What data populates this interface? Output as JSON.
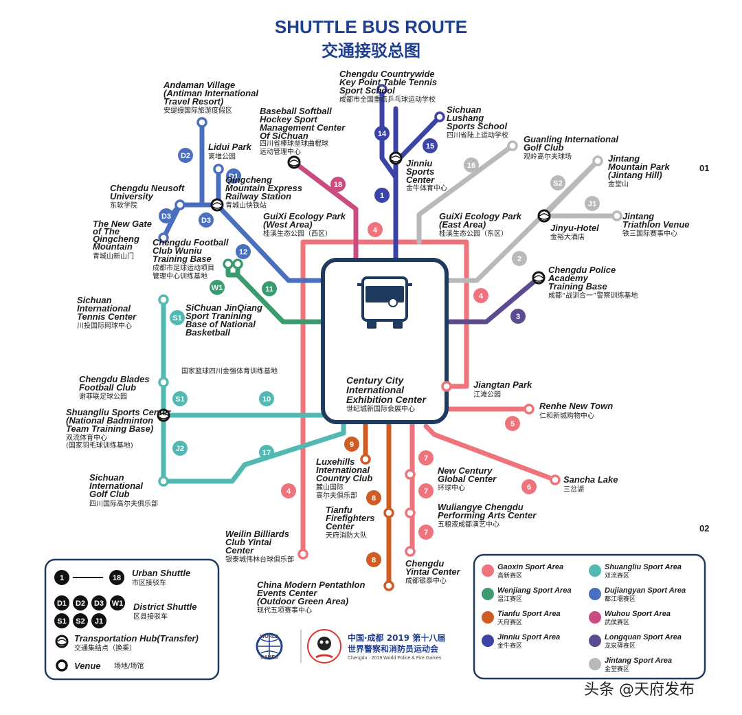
{
  "title": {
    "en": "SHUTTLE BUS ROUTE",
    "cn": "交通接驳总图"
  },
  "page_marks": {
    "p1": "01",
    "p2": "02"
  },
  "center": {
    "en1": "Century City",
    "en2": "International",
    "en3": "Exhibition Center",
    "cn": "世纪城新国际会展中心"
  },
  "colors": {
    "gaoxin": "#ef737a",
    "wenjiang": "#3c9a6f",
    "tianfu": "#cf5c25",
    "jinniu": "#3b43a6",
    "shuangliu": "#52b8b2",
    "dujiangyan": "#4b6fbf",
    "wuhou": "#c94b7f",
    "longquan": "#5c4b8f",
    "jintang": "#b9b9b9",
    "navy": "#1e3a5f"
  },
  "routes": [
    "1",
    "2",
    "3",
    "4",
    "5",
    "6",
    "7",
    "8",
    "9",
    "10",
    "11",
    "12",
    "14",
    "15",
    "16",
    "17",
    "18",
    "D1",
    "D2",
    "D3",
    "S1",
    "S2",
    "J1",
    "J2",
    "W1"
  ],
  "venues": {
    "andaman": {
      "en1": "Andaman Village",
      "en2": "(Antiman International",
      "en3": "Travel Resort)",
      "cn": "安缇缦国际旅游度假区"
    },
    "baseball": {
      "en1": "Baseball Softball",
      "en2": "Hockey Sport",
      "en3": "Management Center",
      "en4": "Of SiChuan",
      "cn1": "四川省棒球垒球曲棍球",
      "cn2": "运动管理中心"
    },
    "tabletennis": {
      "en1": "Chengdu Countrywide",
      "en2": "Key Point Table Tennis",
      "en3": "Sport School",
      "cn": "成都市全国重点乒乓球运动学校"
    },
    "lushang": {
      "en1": "Sichuan",
      "en2": "Lushang",
      "en3": "Sports School",
      "cn": "四川省陆上运动学校"
    },
    "guanling": {
      "en1": "Guanling International",
      "en2": "Golf Club",
      "cn": "观岭高尔夫球场"
    },
    "jintangmt": {
      "en1": "Jintang",
      "en2": "Mountain Park",
      "en3": "(Jintang Hill)",
      "cn": "金堂山"
    },
    "lidui": {
      "en": "Lidui Park",
      "cn": "离堆公园"
    },
    "qingcheng": {
      "en1": "Qingcheng",
      "en2": "Mountain Express",
      "en3": "Railway Station",
      "cn": "青城山快铁站"
    },
    "neusoft": {
      "en1": "Chengdu Neusoft",
      "en2": "University",
      "cn": "东软学院"
    },
    "newgate": {
      "en1": "The New Gate",
      "en2": "of The",
      "en3": "Qingcheng",
      "en4": "Mountain",
      "cn": "青城山新山门"
    },
    "guixiwest": {
      "en1": "GuiXi Ecology Park",
      "en2": "(West Area)",
      "cn": "桂溪生态公园（西区）"
    },
    "jinniu": {
      "en1": "Jinniu",
      "en2": "Sports",
      "en3": "Center",
      "cn": "金牛体育中心"
    },
    "guixieast": {
      "en1": "GuiXi Ecology Park",
      "en2": "(East Area)",
      "cn": "桂溪生态公园（东区）"
    },
    "jinyu": {
      "en": "Jinyu-Hotel",
      "cn": "金裕大酒店"
    },
    "triathlon": {
      "en1": "Jintang",
      "en2": "Triathlon Venue",
      "cn": "铁三国际赛事中心"
    },
    "football": {
      "en1": "Chengdu Football",
      "en2": "Club Wuniu",
      "en3": "Training Base",
      "cn1": "成都市足球运动项目",
      "cn2": "管理中心训练基地"
    },
    "police": {
      "en1": "Chengdu Police",
      "en2": "Academy",
      "en3": "Training Base",
      "cn": "成都“战训合一”警察训练基地"
    },
    "tennis": {
      "en1": "Sichuan",
      "en2": "International",
      "en3": "Tennis Center",
      "cn": "川投国际网球中心"
    },
    "basketball": {
      "en1": "SiChuan JinQiang",
      "en2": "Sport Tranining",
      "en3": "Base of National",
      "en4": "Basketball",
      "cn": "国家篮球四川金强体育训练基地"
    },
    "blades": {
      "en1": "Chengdu Blades",
      "en2": "Football Club",
      "cn": "谢菲联足球公园"
    },
    "shuangliu": {
      "en1": "Shuangliu Sports Center",
      "en2": "(National Badminton",
      "en3": "Team Training Base)",
      "cn1": "双流体育中心",
      "cn2": "(国家羽毛球训练基地)"
    },
    "sichuangolf": {
      "en1": "Sichuan",
      "en2": "International",
      "en3": "Golf Club",
      "cn": "四川国际高尔夫俱乐部"
    },
    "jiangtan": {
      "en": "Jiangtan Park",
      "cn": "江滩公园"
    },
    "renhe": {
      "en": "Renhe New Town",
      "cn": "仁和新城购物中心"
    },
    "sancha": {
      "en": "Sancha Lake",
      "cn": "三岔湖"
    },
    "luxehills": {
      "en1": "Luxehills",
      "en2": "International",
      "en3": "Country Club",
      "cn1": "麓山国际",
      "cn2": "高尔夫俱乐部"
    },
    "newcentury": {
      "en1": "New Century",
      "en2": "Global Center",
      "cn": "环球中心"
    },
    "tianfufire": {
      "en1": "Tianfu",
      "en2": "Firefighters",
      "en3": "Center",
      "cn": "天府消防大队"
    },
    "wuliangye": {
      "en1": "Wuliangye Chengdu",
      "en2": "Performing Arts Center",
      "cn": "五粮液成都演艺中心"
    },
    "weilin": {
      "en1": "Weilin Billiards",
      "en2": "Club Yintai",
      "en3": "Center",
      "cn": "银泰城伟林台球俱乐部"
    },
    "yintai": {
      "en1": "Chengdu",
      "en2": "Yintai Center",
      "cn": "成都银泰中心"
    },
    "pentathlon": {
      "en1": "China Modern Pentathlon",
      "en2": "Events Center",
      "en3": "(Outdoor Green Area)",
      "cn": "现代五项赛事中心"
    }
  },
  "legend": {
    "urban": {
      "from": "1",
      "to": "18",
      "en": "Urban Shuttle",
      "cn": "市区接驳车"
    },
    "district": {
      "badges": [
        "D1",
        "D2",
        "D3",
        "W1",
        "S1",
        "S2",
        "J1"
      ],
      "en": "District Shuttle",
      "cn": "区县接驳车"
    },
    "hub": {
      "en": "Transportation Hub(Transfer)",
      "cn": "交通集结点（换乘）"
    },
    "venue": {
      "en": "Venue",
      "cn": "场地/场馆"
    }
  },
  "areas": [
    {
      "en": "Gaoxin Sport Area",
      "cn": "高新赛区",
      "color": "#ef737a"
    },
    {
      "en": "Shuangliu Sport Area",
      "cn": "双流赛区",
      "color": "#52b8b2"
    },
    {
      "en": "Wenjiang Sport Area",
      "cn": "温江赛区",
      "color": "#3c9a6f"
    },
    {
      "en": "Dujiangyan Sport Area",
      "cn": "都江堰赛区",
      "color": "#4b6fbf"
    },
    {
      "en": "Tianfu Sport Area",
      "cn": "天府赛区",
      "color": "#cf5c25"
    },
    {
      "en": "Wuhou Sport Area",
      "cn": "武侯赛区",
      "color": "#c94b7f"
    },
    {
      "en": "Jinniu Sport Area",
      "cn": "金牛赛区",
      "color": "#3b43a6"
    },
    {
      "en": "Longquan Sport Area",
      "cn": "龙泉驿赛区",
      "color": "#5c4b8f"
    },
    {
      "en": "Jintang Sport Area",
      "cn": "金堂赛区",
      "color": "#b9b9b9"
    }
  ],
  "logos": {
    "worldgames_top": "WORLD",
    "worldgames_bottom": "GAMES",
    "event_cn1": "中国·成都 2019 第十八届",
    "event_cn2": "世界警察和消防员运动会",
    "event_en": "Chengdu · 2019 World Police & Fire Games"
  },
  "watermark": "头条 @天府发布"
}
